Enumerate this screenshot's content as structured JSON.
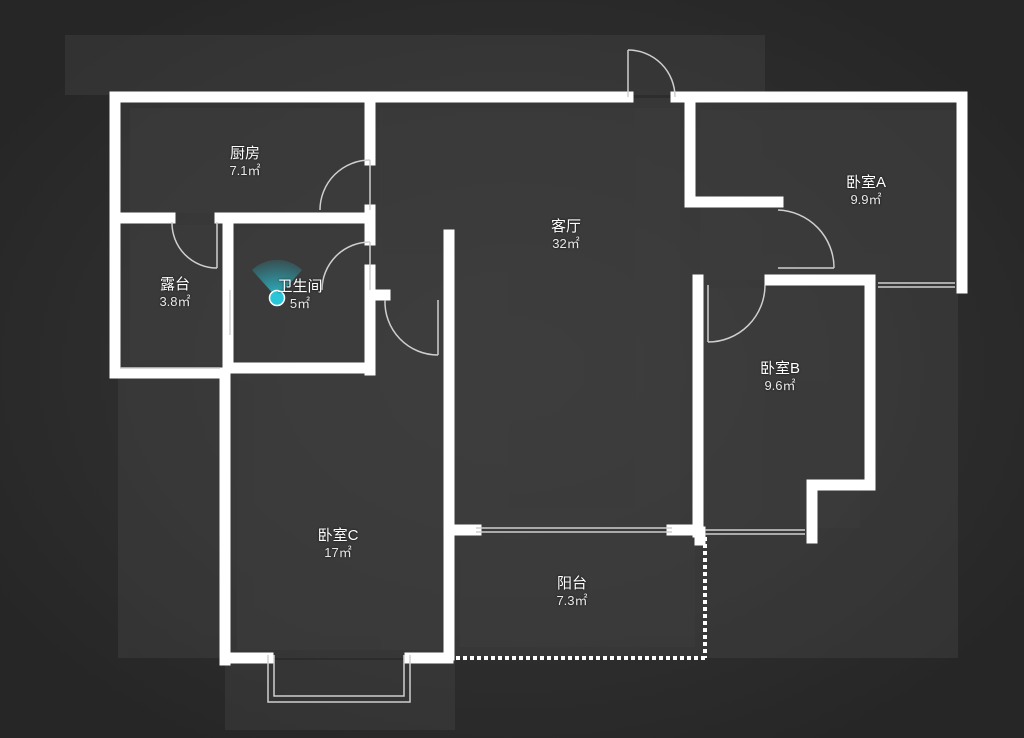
{
  "colors": {
    "background": "#2b2b2b",
    "floor_tint": "#3a3a3a",
    "wall": "#ffffff",
    "marker": "#28c6d8"
  },
  "marker": {
    "icon": "viewpoint-marker-icon",
    "room": "bathroom"
  },
  "rooms": {
    "kitchen": {
      "name": "厨房",
      "area": "7.1㎡"
    },
    "living": {
      "name": "客厅",
      "area": "32㎡"
    },
    "bedroom_a": {
      "name": "卧室A",
      "area": "9.9㎡"
    },
    "terrace": {
      "name": "露台",
      "area": "3.8㎡"
    },
    "bathroom": {
      "name": "卫生间",
      "area": "5㎡"
    },
    "bedroom_b": {
      "name": "卧室B",
      "area": "9.6㎡"
    },
    "bedroom_c": {
      "name": "卧室C",
      "area": "17㎡"
    },
    "balcony": {
      "name": "阳台",
      "area": "7.3㎡"
    }
  }
}
